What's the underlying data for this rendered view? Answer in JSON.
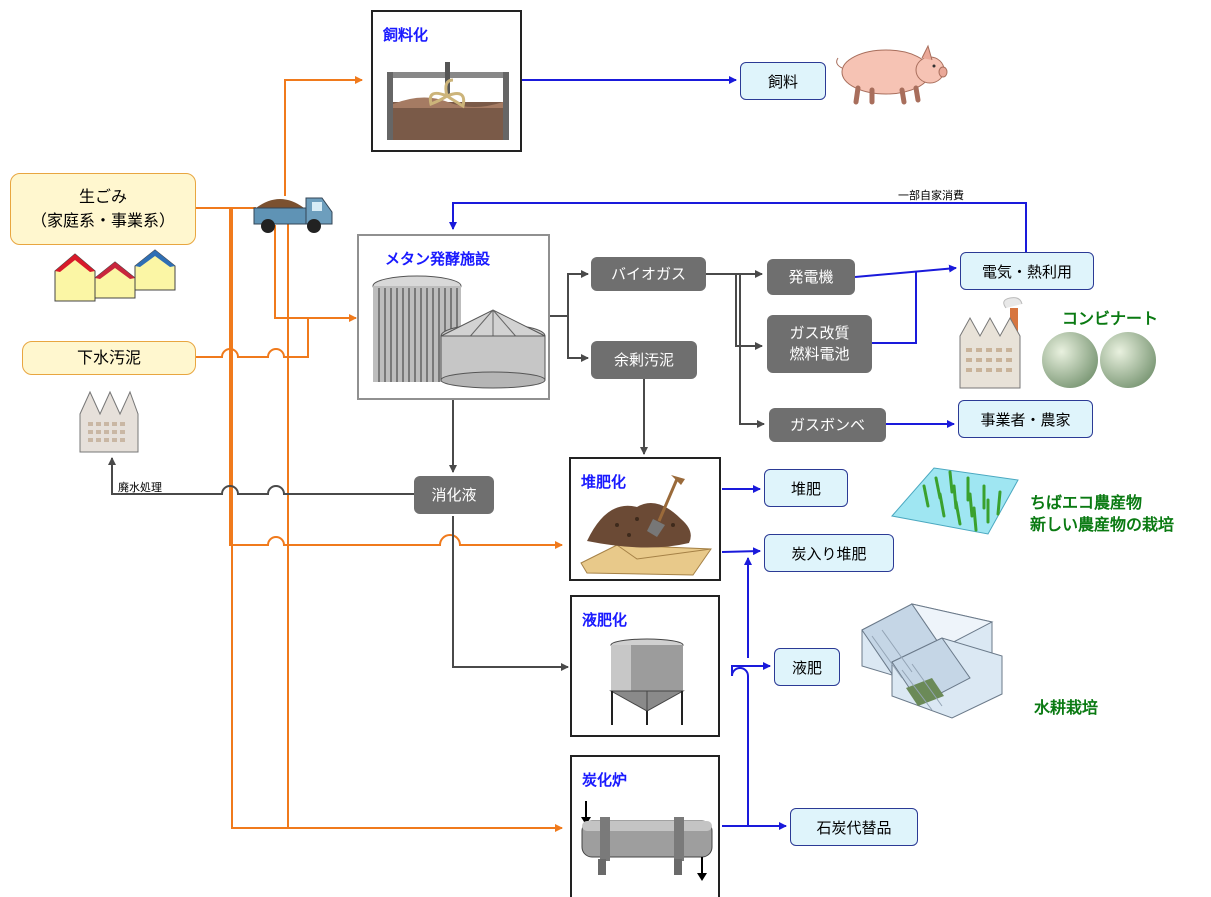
{
  "sources": {
    "food_waste": [
      "生ごみ",
      "（家庭系・事業系）"
    ],
    "sewage_sludge": "下水汚泥"
  },
  "processes": {
    "feed": "飼料化",
    "methane": "メタン発酵施設",
    "compost": "堆肥化",
    "liquid_fertilizer": "液肥化",
    "carbonization": "炭化炉"
  },
  "intermediates": {
    "biogas": "バイオガス",
    "surplus_sludge": "余剰汚泥",
    "digestate": "消化液",
    "generator": "発電機",
    "fuel_cell": [
      "ガス改質",
      "燃料電池"
    ],
    "gas_cylinder": "ガスボンベ"
  },
  "outputs": {
    "feed": "飼料",
    "electricity_heat": "電気・熱利用",
    "business_farm": "事業者・農家",
    "compost": "堆肥",
    "charcoal_compost": "炭入り堆肥",
    "liquid_fertilizer": "液肥",
    "coal_substitute": "石炭代替品"
  },
  "annotations": {
    "self_consumption": "一部自家消費",
    "wastewater": "廃水処理",
    "kombinat": "コンビナート",
    "eco_products": [
      "ちばエコ農産物",
      "新しい農産物の栽培"
    ],
    "hydroponics": "水耕栽培"
  },
  "colors": {
    "organic_flow": "#f07a1c",
    "process_flow": "#4a4a4a",
    "product_flow": "#1a1adb",
    "title_blue": "#1a1aff",
    "label_green": "#0a7a12"
  }
}
